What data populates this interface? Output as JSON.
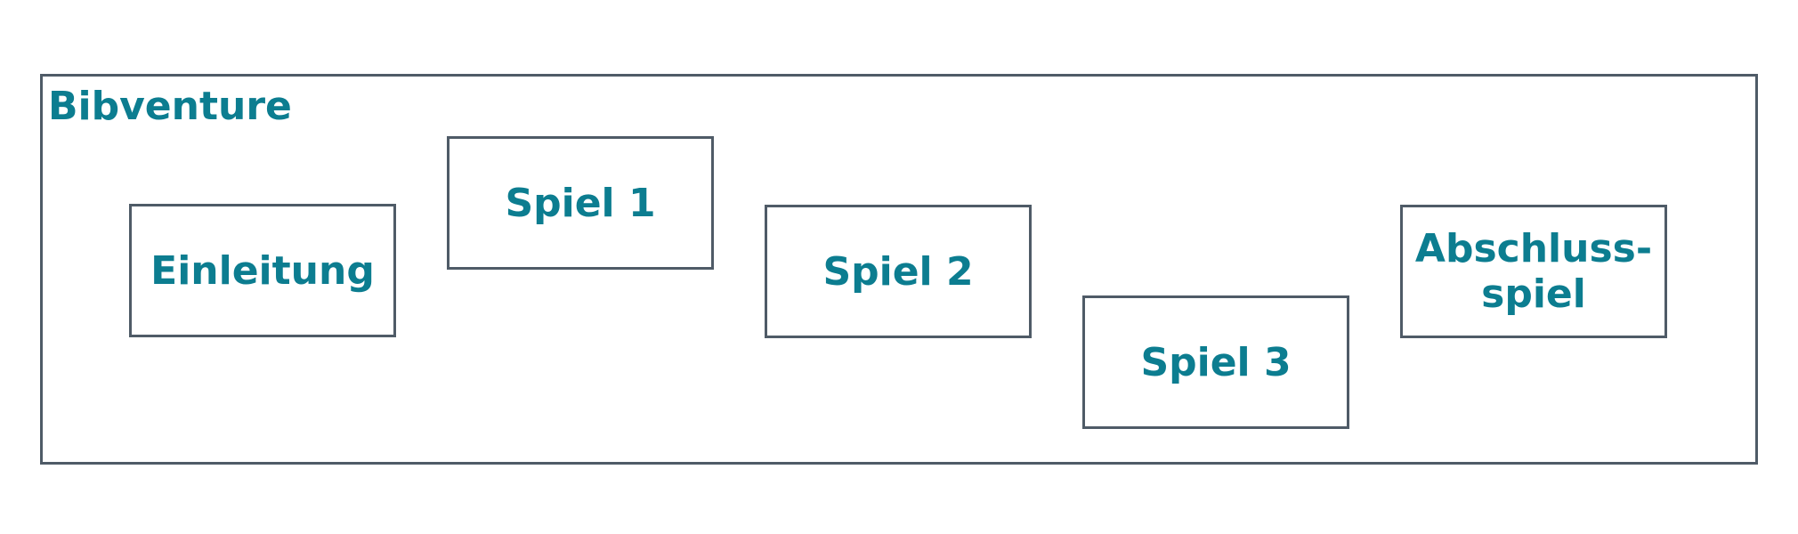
{
  "colors": {
    "text": "#0c7d90",
    "border": "#4f5b67",
    "background": "#ffffff"
  },
  "container": {
    "title": "Bibventure"
  },
  "nodes": [
    {
      "label": "Einleitung"
    },
    {
      "label": "Spiel 1"
    },
    {
      "label": "Spiel 2"
    },
    {
      "label": "Spiel 3"
    },
    {
      "label": "Abschluss-\nspiel"
    }
  ]
}
